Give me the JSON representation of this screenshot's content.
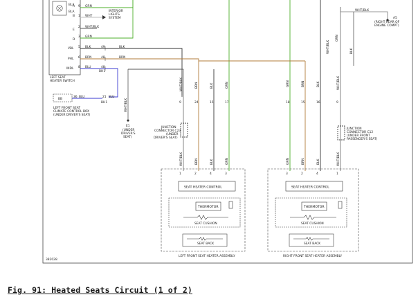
{
  "caption": "Fig. 91: Heated Seats Circuit (1 of 2)",
  "diagram_id": "382028",
  "colors": {
    "wire_green": "#4caf2a",
    "wire_brown": "#b07b3a",
    "wire_blue": "#3a3ad0",
    "wire_black": "#333333",
    "wire_white": "#bdbdbd",
    "frame": "#444444"
  },
  "switch": {
    "title_lines": [
      "LEFT SEAT",
      "HEATER SWITCH"
    ],
    "pins": [
      {
        "pin": "A",
        "num": "9",
        "color": "GRN"
      },
      {
        "pin": "B",
        "num": "1",
        "color": "WHT"
      },
      {
        "pin": "E",
        "num": "",
        "color": ""
      },
      {
        "pin": "D",
        "num": "2",
        "color": "WHT/BLK"
      },
      {
        "pin": "",
        "num": "3",
        "color": "GRN"
      },
      {
        "pin": "VBL",
        "num": "5",
        "color": "BLK"
      },
      {
        "pin": "PHL",
        "num": "6",
        "color": "BRN"
      },
      {
        "pin": "INDL",
        "num": "8",
        "color": "BLU"
      }
    ],
    "pin_a_tag": "BLA",
    "pin_b_tag": "BLA",
    "interior_lights": [
      "INTERIOR",
      "LIGHTS",
      "SYSTEM"
    ],
    "splice_labels": {
      "blk": "BLK",
      "brn": "BRN",
      "blu": "BLU"
    },
    "connector_tags": [
      "49",
      "48",
      "48"
    ],
    "bh_tag": "BH1"
  },
  "camera_box": {
    "code": "BB",
    "pin": "36",
    "color": "BLU",
    "pin2": "21",
    "color2": "BLU",
    "tag": "BH1",
    "title_lines": [
      "LEFT FRONT SEAT",
      "CLIMATE CONTROL BOX",
      "(UNDER DRIVER'S SEAT)"
    ]
  },
  "ground_left": {
    "wire": "WHT/BLK",
    "code": "E1",
    "lines": [
      "(UNDER",
      "DRIVER'S",
      "SEAT)"
    ]
  },
  "jc_left": {
    "lines": [
      "JUNCTION",
      "CONNECTOR C23",
      "(UNDER",
      "DRIVER'S SEAT)"
    ]
  },
  "jc_right": {
    "lines": [
      "JUNCTION",
      "CONNECTOR C12",
      "(UNDER FRONT",
      "PASSENGER'S SEAT)"
    ]
  },
  "top_right": {
    "wire": "WHT/BLK",
    "code": "A5",
    "lines": [
      "(RIGHT REAR OF",
      "ENGINE COMPT)"
    ]
  },
  "left_assembly": {
    "column_wires": [
      "WHT/BLK",
      "BRN",
      "BLK",
      "GRN"
    ],
    "mid_pins": [
      "9",
      "24",
      "15",
      "17"
    ],
    "lower_wires": [
      "WHT/BLK",
      "BRN",
      "BLK",
      "GRN"
    ],
    "bottom_pins": [
      "1",
      "2",
      "4",
      "3"
    ],
    "control_label": "SEAT HEATER CONTROL",
    "thermo_label": "THERMOTOR",
    "cushion_label": "SEAT CUSHION",
    "back_label": "SEAT BACK",
    "title": "LEFT FRONT SEAT HEATER ASSEMBLY"
  },
  "right_assembly": {
    "column_wires": [
      "GRN",
      "BRN",
      "BLK",
      "WHT/BLK"
    ],
    "mid_pins": [
      "18",
      "15",
      "16",
      "9"
    ],
    "lower_wires": [
      "GRN",
      "BRN",
      "BLK",
      "WHT/BLK"
    ],
    "bottom_pins": [
      "3",
      "2",
      "4",
      "1"
    ],
    "control_label": "SEAT HEATER CONTROL",
    "thermo_label": "THERMOTOR",
    "cushion_label": "SEAT CUSHION",
    "back_label": "SEAT BACK",
    "title": "RIGHT FRONT SEAT HEATER ASSEMBLY"
  },
  "right_verticals": [
    "WHT/BLK",
    "GRN",
    "BLK"
  ]
}
